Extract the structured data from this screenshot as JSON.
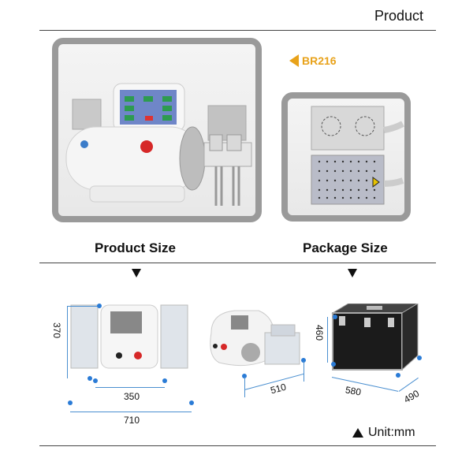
{
  "header": {
    "title": "Product"
  },
  "product": {
    "model_label": "BR216",
    "model_color": "#e8a21a",
    "main_image": "lipo-laser-machine-main-view",
    "accessory_image": "laser-pad-paddles"
  },
  "sections": {
    "product_size": {
      "title": "Product Size"
    },
    "package_size": {
      "title": "Package Size"
    }
  },
  "dimensions": {
    "product_front": {
      "height": "370",
      "body_width": "350",
      "total_width": "710"
    },
    "product_side": {
      "depth": "510"
    },
    "package": {
      "height": "460",
      "width": "580",
      "depth": "490"
    }
  },
  "footer": {
    "unit_label": "Unit:mm"
  },
  "colors": {
    "frame": "#9a9a9a",
    "dimension_line": "#4a8fd0",
    "rule": "#444444"
  }
}
